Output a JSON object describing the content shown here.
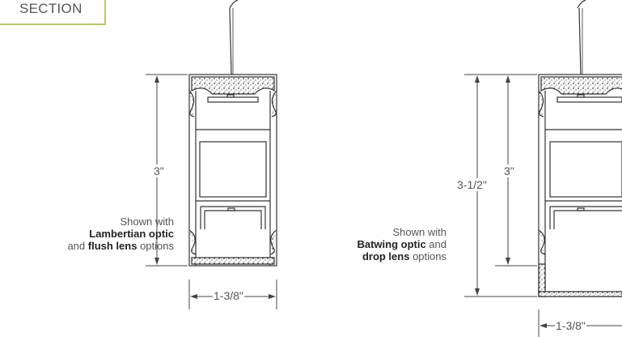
{
  "section_label": "SECTION",
  "left": {
    "height_label": "3\"",
    "width_label": "1-3/8\"",
    "note": {
      "line1": "Shown with",
      "line2_bold": "Lambertian optic",
      "line3_pre": "and ",
      "line3_bold": "flush lens",
      "line3_post": " options"
    }
  },
  "right": {
    "total_height_label": "3-1/2\"",
    "height_label": "3\"",
    "width_label": "1-3/8\"",
    "note": {
      "line1": "Shown with",
      "line2_bold": "Batwing optic",
      "line2_post": " and",
      "line3_bold": "drop lens",
      "line3_post": " options"
    }
  }
}
